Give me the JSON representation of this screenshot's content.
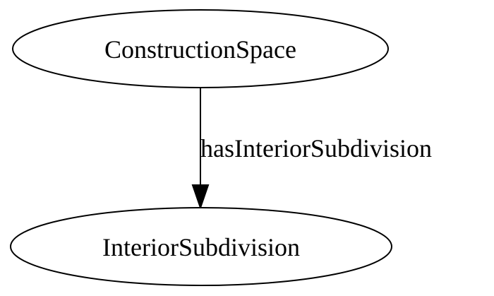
{
  "nodes": {
    "source": {
      "label": "ConstructionSpace"
    },
    "target": {
      "label": "InteriorSubdivision"
    }
  },
  "edge": {
    "label": "hasInteriorSubdivision"
  },
  "colors": {
    "stroke": "#000000",
    "background": "#ffffff"
  }
}
